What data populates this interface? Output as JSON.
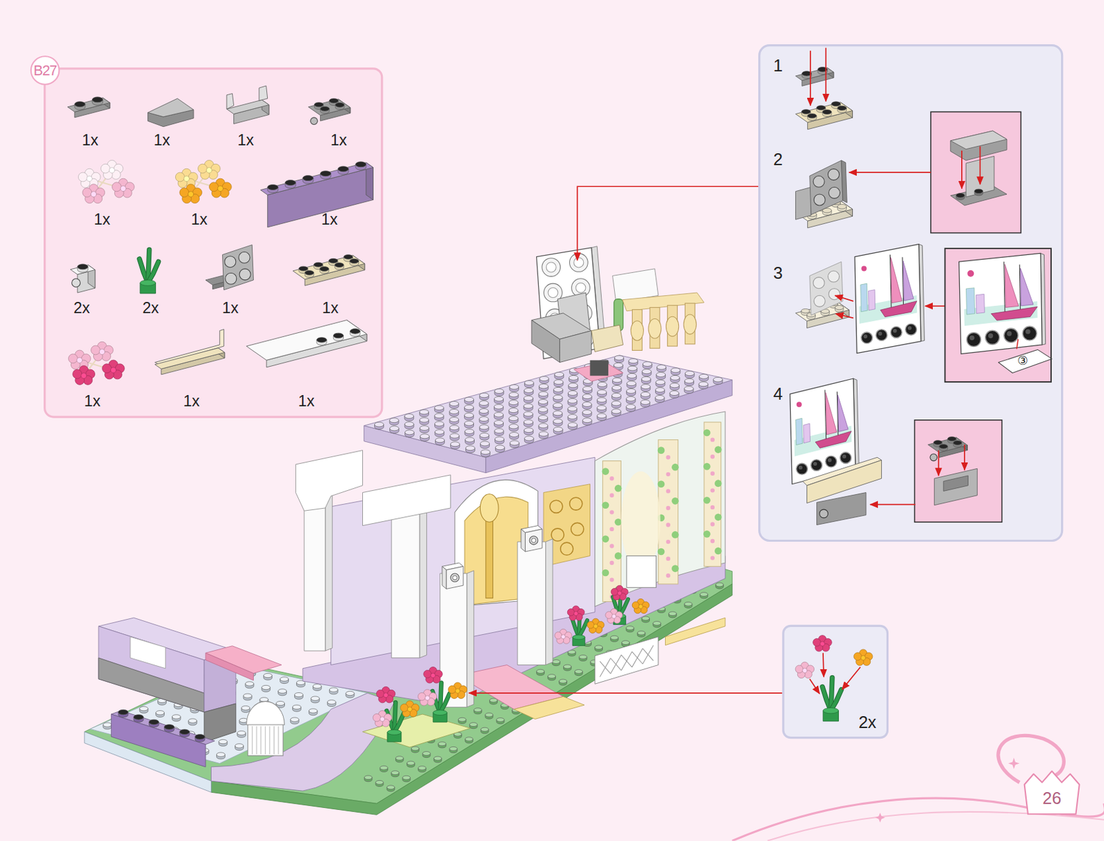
{
  "diagram": {
    "nodes": [
      {
        "text": [
          "B27"
        ]
      },
      {
        "text": [
          "1",
          "2",
          "3",
          "4"
        ]
      },
      {
        "text": [
          "2x"
        ]
      },
      {
        "text": [
          "③"
        ],
        "in": 1
      }
    ],
    "labels": [
      "1x",
      "1x",
      "1x",
      "1x",
      "1x",
      "1x",
      "1x",
      "2x",
      "2x",
      "1x",
      "1x",
      "1x",
      "1x",
      "1x",
      "26"
    ]
  }
}
